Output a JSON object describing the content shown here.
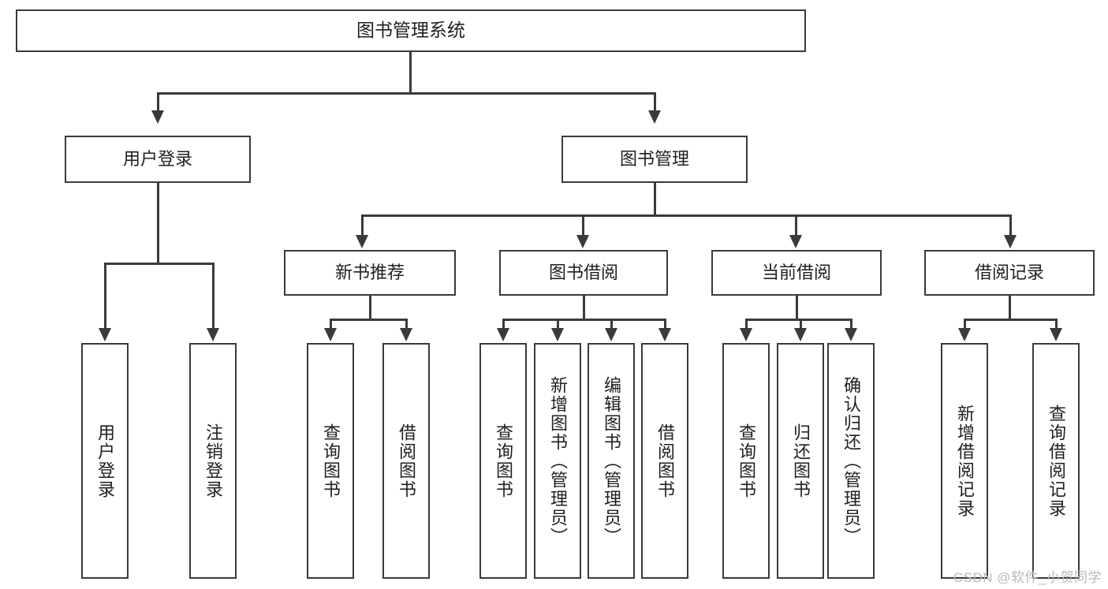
{
  "diagram": {
    "title": "图书管理系统",
    "type": "tree-hierarchy-diagram",
    "watermark": "CSDN @软件_小贺同学",
    "colors": {
      "stroke": "#3a3a3a",
      "fill": "#ffffff",
      "text": "#1f1f1f",
      "watermark": "#b9b9b9"
    }
  },
  "root": {
    "label": "图书管理系统"
  },
  "level1": [
    {
      "id": "user-login",
      "label": "用户登录"
    },
    {
      "id": "book-manage",
      "label": "图书管理"
    }
  ],
  "level2": [
    {
      "id": "new-book-recommend",
      "label": "新书推荐",
      "parent": "book-manage"
    },
    {
      "id": "book-borrow",
      "label": "图书借阅",
      "parent": "book-manage"
    },
    {
      "id": "current-borrow",
      "label": "当前借阅",
      "parent": "book-manage"
    },
    {
      "id": "borrow-record",
      "label": "借阅记录",
      "parent": "book-manage"
    }
  ],
  "leaves": {
    "user_login": [
      {
        "id": "leaf-user-login",
        "label": "用户登录"
      },
      {
        "id": "leaf-logout",
        "label": "注销登录"
      }
    ],
    "new_book_recommend": [
      {
        "id": "leaf-query-book-1",
        "label": "查询图书"
      },
      {
        "id": "leaf-borrow-book-1",
        "label": "借阅图书"
      }
    ],
    "book_borrow": [
      {
        "id": "leaf-query-book-2",
        "label": "查询图书"
      },
      {
        "id": "leaf-add-book",
        "label": "新增图书（管理员）"
      },
      {
        "id": "leaf-edit-book",
        "label": "编辑图书（管理员）"
      },
      {
        "id": "leaf-borrow-book-2",
        "label": "借阅图书"
      }
    ],
    "current_borrow": [
      {
        "id": "leaf-query-book-3",
        "label": "查询图书"
      },
      {
        "id": "leaf-return-book",
        "label": "归还图书"
      },
      {
        "id": "leaf-confirm-return",
        "label": "确认归还（管理员）"
      }
    ],
    "borrow_record": [
      {
        "id": "leaf-add-record",
        "label": "新增借阅记录"
      },
      {
        "id": "leaf-query-record",
        "label": "查询借阅记录"
      }
    ]
  }
}
